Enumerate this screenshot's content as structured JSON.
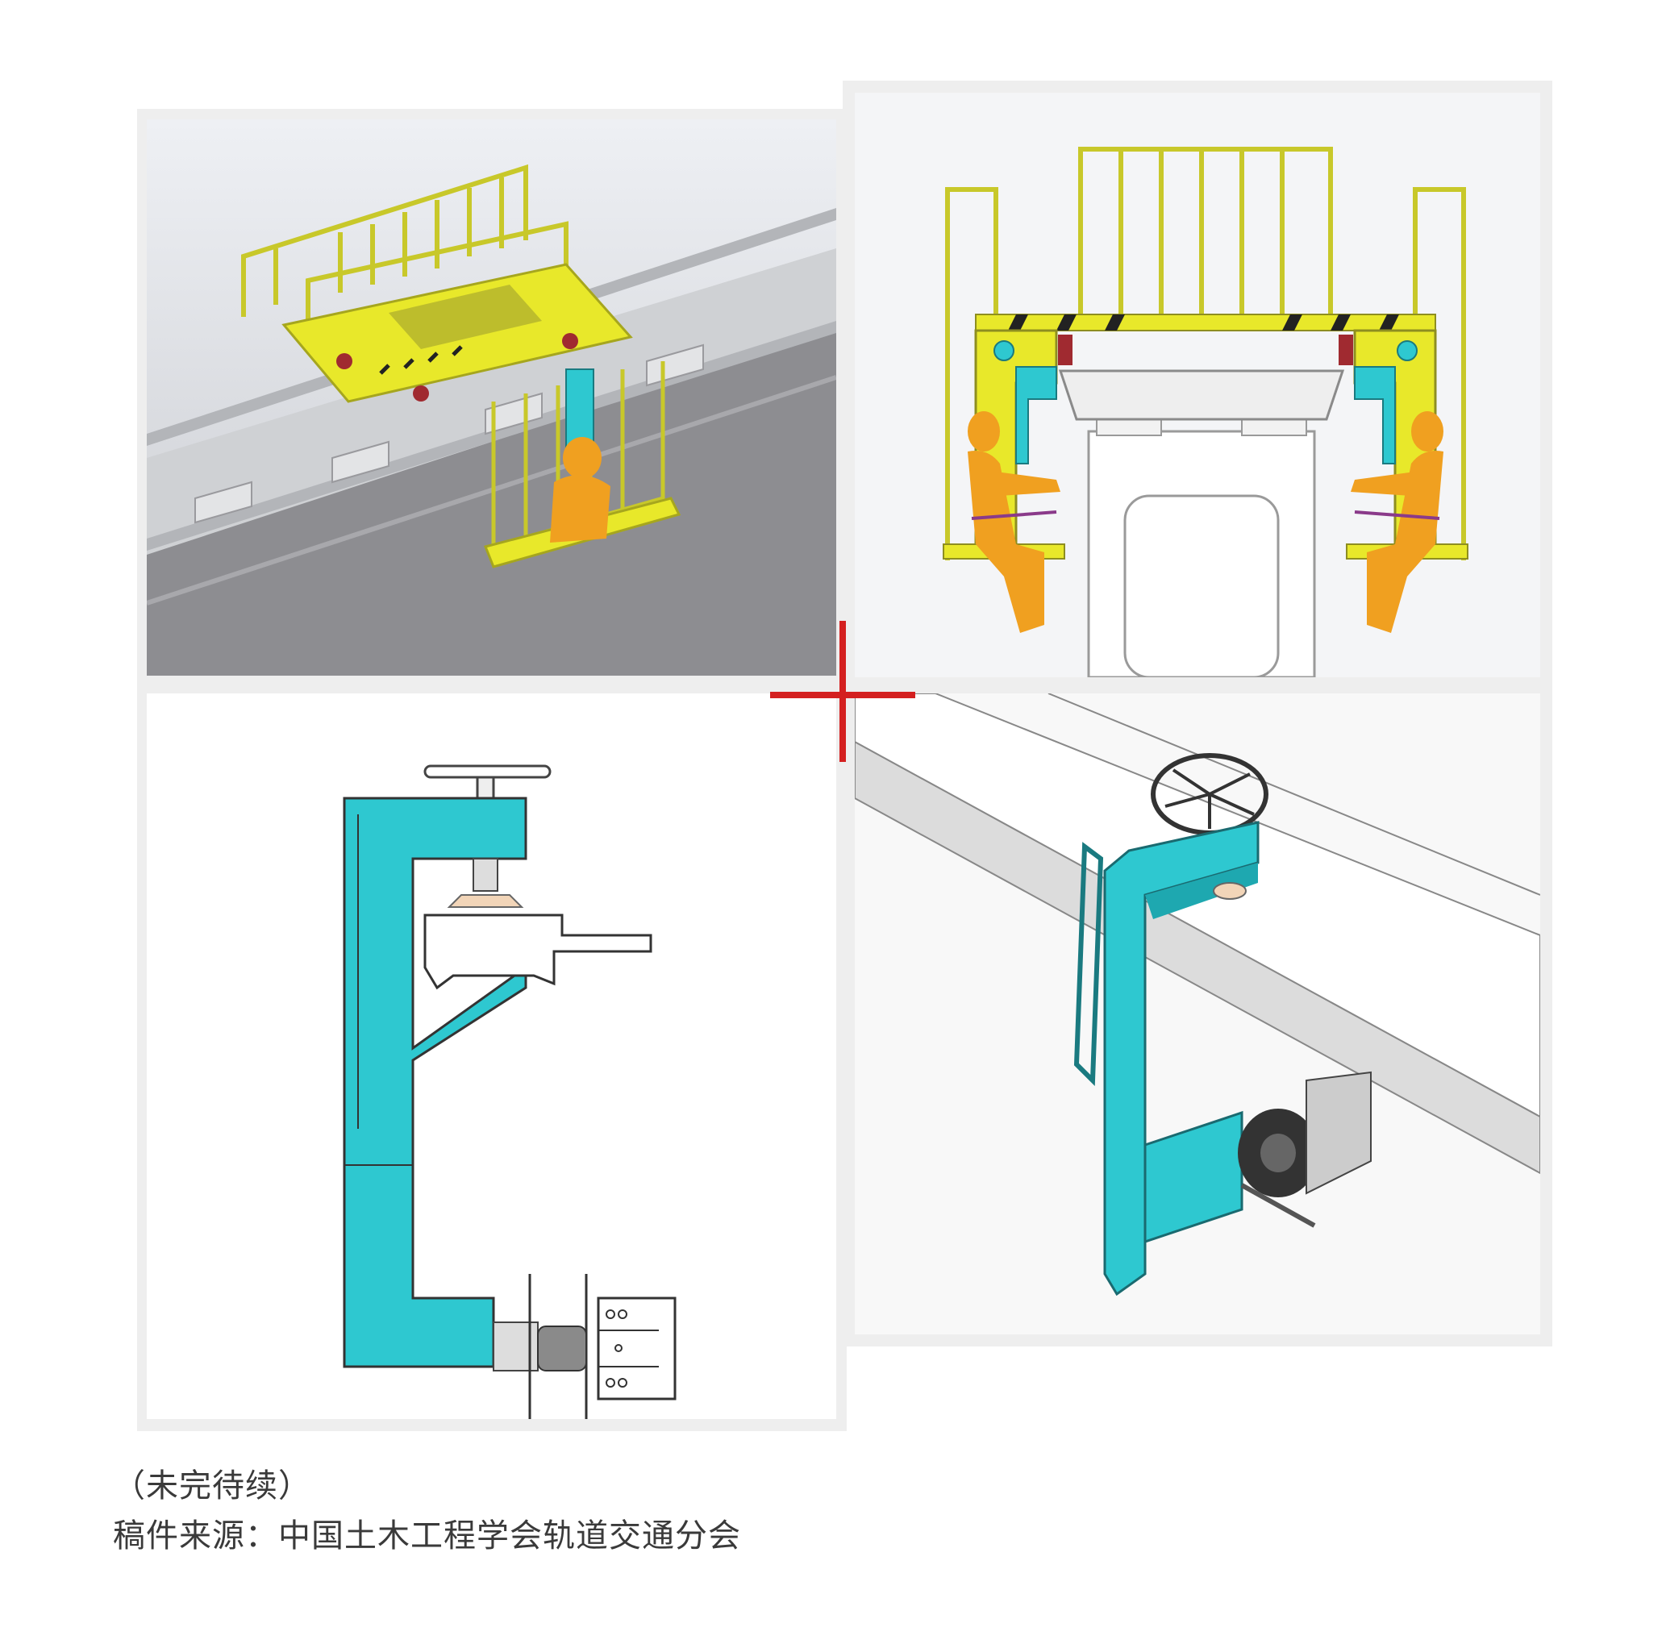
{
  "caption": {
    "to_be_continued": "（未完待续）",
    "source": "稿件来源：中国土木工程学会轨道交通分会"
  },
  "figure": {
    "panels": [
      {
        "id": "top-left",
        "view": "isometric-rail-inspection-trolley"
      },
      {
        "id": "top-right",
        "view": "front-section-trolley-on-beam"
      },
      {
        "id": "bottom-left",
        "view": "c-clamp-bracket-side-elevation"
      },
      {
        "id": "bottom-right",
        "view": "c-clamp-bracket-isometric-on-beam"
      }
    ],
    "colors": {
      "railing_yellow": "#e8e82a",
      "bracket_cyan": "#2ec8d0",
      "figure_orange": "#f0a020",
      "crosshair_red": "#d42020",
      "frame_gray": "#eeeeee"
    }
  }
}
